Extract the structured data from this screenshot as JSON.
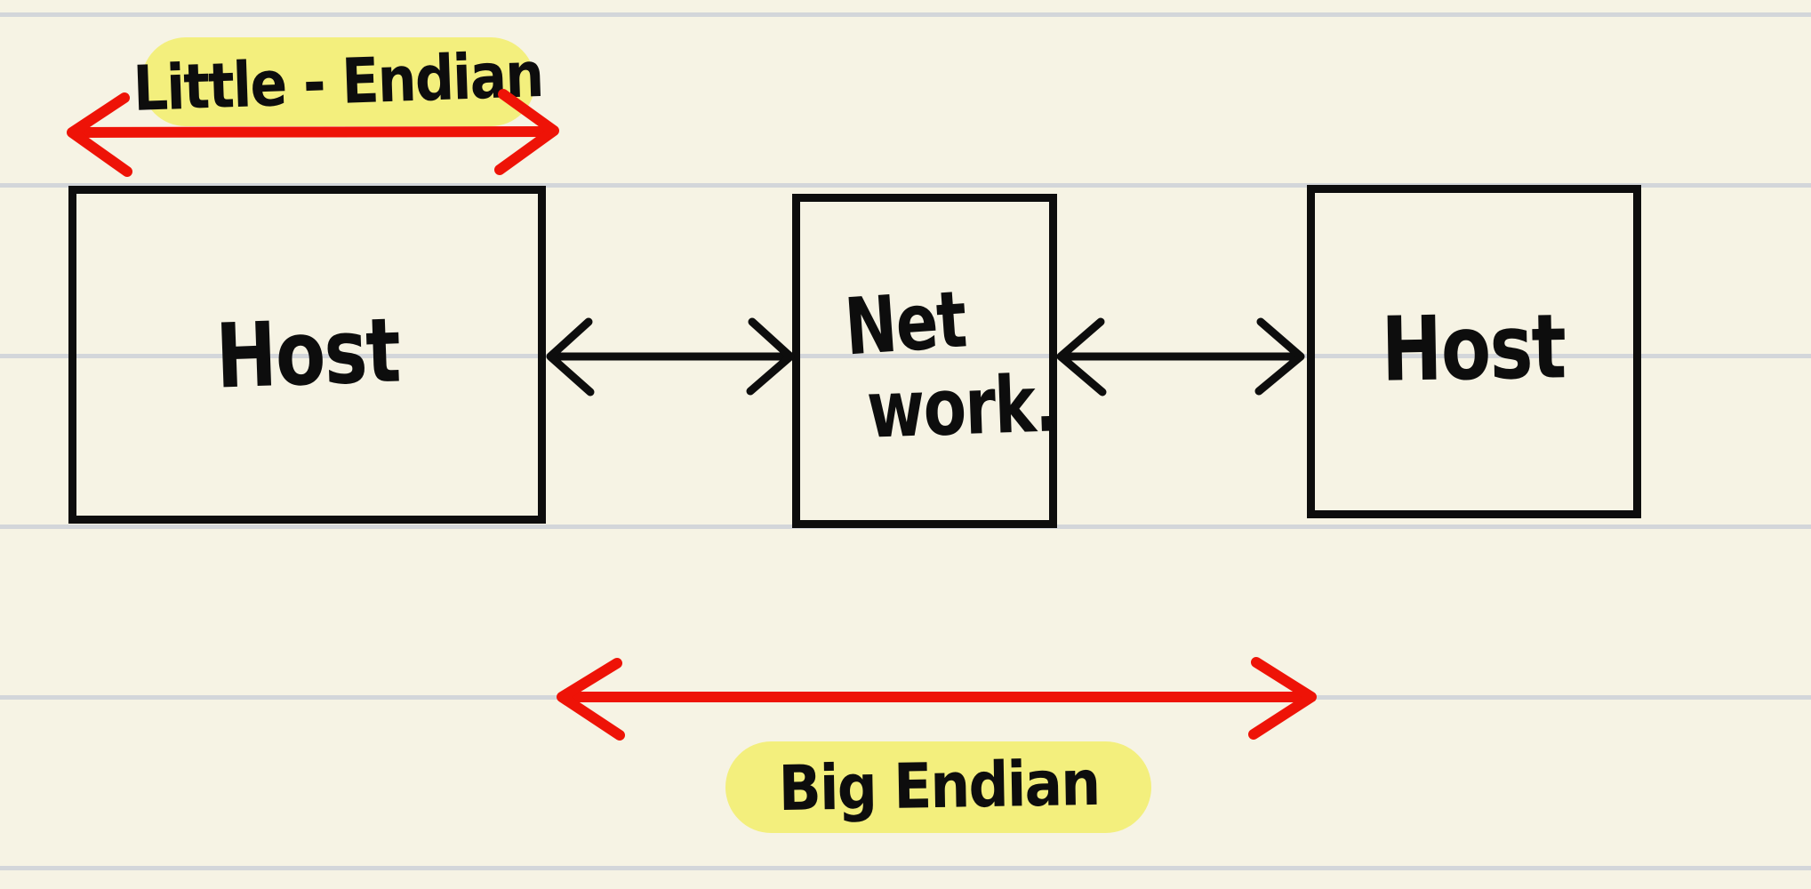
{
  "page": {
    "type": "handwritten-note-diagram",
    "topic": "byte order between hosts across a network"
  },
  "nodes": {
    "host_left": "Host",
    "network_line1": "Net",
    "network_line2": "work.",
    "host_right": "Host"
  },
  "annotations": {
    "little_endian": "Little - Endian",
    "big_endian": "Big Endian"
  },
  "colors": {
    "background": "#f6f3e4",
    "ruled_line": "#d3d6da",
    "ink": "#0d0d0d",
    "arrow_red": "#ee1307",
    "highlight_yellow": "#f3ef7d"
  }
}
